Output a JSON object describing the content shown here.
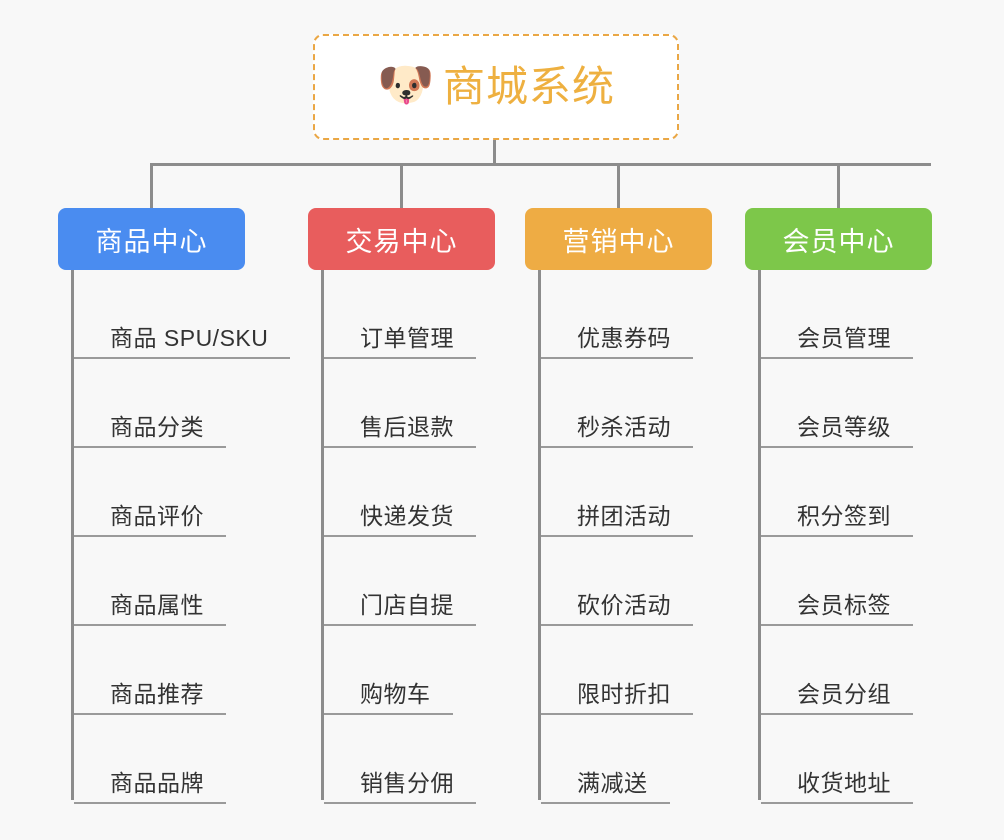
{
  "canvas": {
    "background": "#f8f8f8",
    "line_color": "#8c8c8c",
    "leaf_underline_color": "#9a9a9a",
    "leaf_text_color": "#333333"
  },
  "root": {
    "icon": "shiba-dog-face-emoji",
    "emoji": "🐶",
    "title": "商城系统",
    "text_color": "#eeb040",
    "border_color": "#eaa745",
    "background": "#ffffff",
    "border_style": "dashed"
  },
  "categories": [
    {
      "label": "商品中心",
      "color": "#4a8cf0",
      "text_color": "#ffffff",
      "items": [
        "商品 SPU/SKU",
        "商品分类",
        "商品评价",
        "商品属性",
        "商品推荐",
        "商品品牌"
      ]
    },
    {
      "label": "交易中心",
      "color": "#e85d5d",
      "text_color": "#ffffff",
      "items": [
        "订单管理",
        "售后退款",
        "快递发货",
        "门店自提",
        "购物车",
        "销售分佣"
      ]
    },
    {
      "label": "营销中心",
      "color": "#eeac44",
      "text_color": "#ffffff",
      "items": [
        "优惠券码",
        "秒杀活动",
        "拼团活动",
        "砍价活动",
        "限时折扣",
        "满减送"
      ]
    },
    {
      "label": "会员中心",
      "color": "#7dc74a",
      "text_color": "#ffffff",
      "items": [
        "会员管理",
        "会员等级",
        "积分签到",
        "会员标签",
        "会员分组",
        "收货地址"
      ]
    }
  ]
}
